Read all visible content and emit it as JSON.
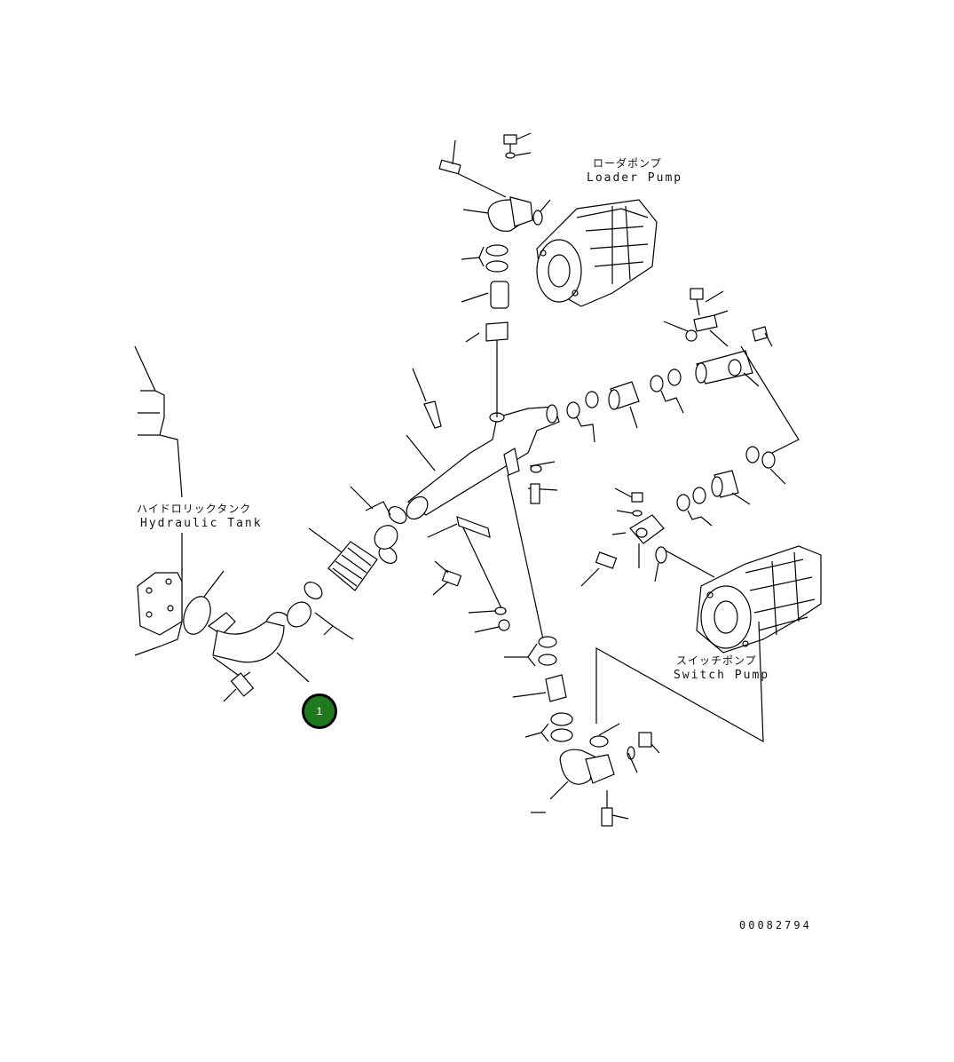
{
  "labels": {
    "loader_pump_jp": "ローダポンプ",
    "loader_pump_en": "Loader Pump",
    "hydraulic_tank_jp": "ハイドロリックタンク",
    "hydraulic_tank_en": "Hydraulic Tank",
    "switch_pump_jp": "スイッチポンプ",
    "switch_pump_en": "Switch Pump"
  },
  "callouts": [
    {
      "number": "1"
    }
  ],
  "drawing_number": "00082794",
  "colors": {
    "callout_fill": "#1f7a1f",
    "line": "#000000",
    "background": "#ffffff"
  }
}
